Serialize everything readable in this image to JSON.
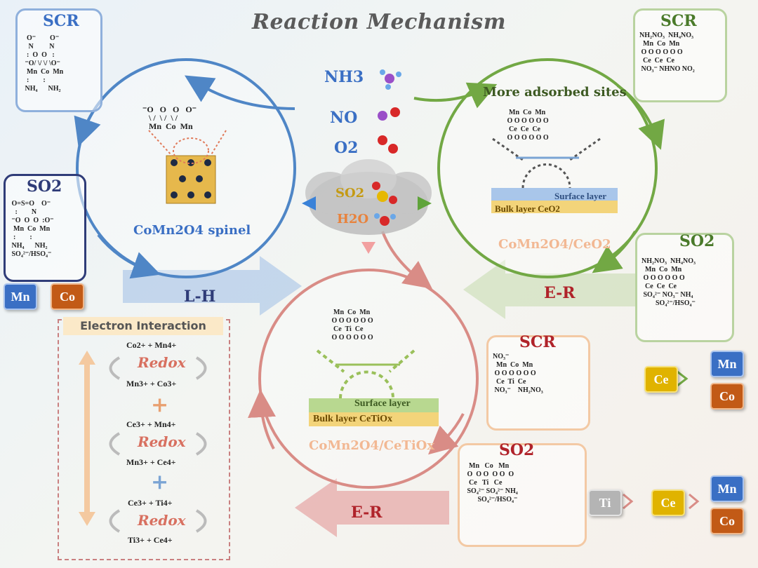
{
  "title": "Reaction Mechanism",
  "gases": {
    "nh3": "NH3",
    "no": "NO",
    "o2": "O2",
    "so2": "SO2",
    "h2o": "H2O"
  },
  "left_cycle": {
    "catalyst": "CoMn2O4 spinel",
    "arrow_label": "L-H"
  },
  "right_cycle": {
    "header": "More adsorbed sites",
    "catalyst": "CoMn2O4/CeO2",
    "surface": "Surface layer",
    "bulk": "Bulk layer CeO2",
    "arrow_label": "E-R"
  },
  "bottom_cycle": {
    "catalyst": "CoMn2O4/CeTiOx",
    "surface": "Surface layer",
    "bulk": "Bulk layer CeTiOx",
    "arrow_label": "E-R"
  },
  "boxes": {
    "scr_top_left": "SCR",
    "so2_left": "SO2",
    "scr_top_right": "SCR",
    "so2_right": "SO2",
    "scr_bottom": "SCR",
    "so2_bottom": "SO2"
  },
  "tags": {
    "mn": "Mn",
    "co": "Co",
    "ce": "Ce",
    "ti": "Ti",
    "gt": ">"
  },
  "electron": {
    "title": "Electron Interaction",
    "redox": "Redox",
    "eq1a": "Co2+ + Mn4+",
    "eq1b": "Mn3+ + Co3+",
    "eq2a": "Ce3+ + Mn4+",
    "eq2b": "Mn3+ + Ce4+",
    "eq3a": "Ce3+ + Ti4+",
    "eq3b": "Ti3+ + Ce4+",
    "plus": "+"
  },
  "colors": {
    "blue": "#4f86c6",
    "green": "#72a844",
    "red": "#d98c86",
    "navy": "#2f3c78",
    "darkred": "#b0232a"
  }
}
